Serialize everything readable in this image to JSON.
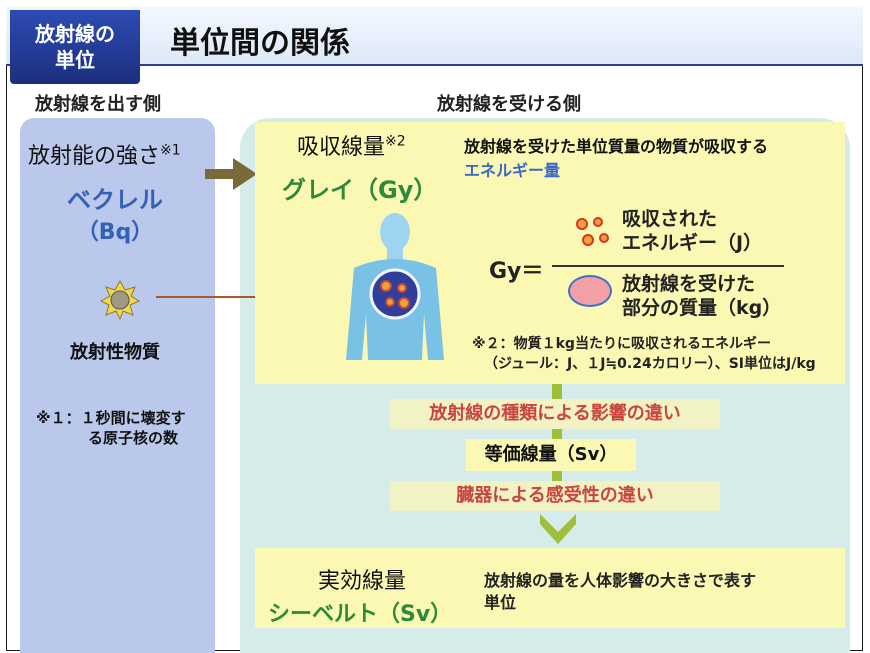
{
  "header": {
    "badge_line1": "放射線の",
    "badge_line2": "単位",
    "title": "単位間の関係"
  },
  "left": {
    "label": "放射線を出す側",
    "activity": "放射能の強さ",
    "activity_note": "※1",
    "unit_name": "ベクレル",
    "unit_symbol": "（Bq）",
    "substance": "放射性物質",
    "note1_line1": "※１：１秒間に壊変す",
    "note1_line2": "る原子核の数"
  },
  "right": {
    "label": "放射線を受ける側",
    "absorbed": "吸収線量",
    "absorbed_note": "※2",
    "gray": "グレイ（Gy）",
    "definition_line1": "放射線を受けた単位質量の物質が吸収する",
    "definition_line2": "エネルギー量",
    "formula_lhs": "Gy＝",
    "numerator_line1": "吸収された",
    "numerator_line2": "エネルギー（J）",
    "denominator_line1": "放射線を受けた",
    "denominator_line2": "部分の質量（kg）",
    "note2_line1": "※２：物質１kg当たりに吸収されるエネルギー",
    "note2_line2": "（ジュール：J、１J≒0.24カロリー）、SI単位はJ/kg",
    "step1": "放射線の種類による影響の違い",
    "equivalent": "等価線量（Sv）",
    "step2": "臓器による感受性の違い",
    "effective": "実効線量",
    "sievert": "シーベルト（Sv）",
    "effective_desc_line1": "放射線の量を人体影響の大きさで表す",
    "effective_desc_line2": "単位"
  },
  "colors": {
    "accent_blue": "#3461b5",
    "accent_green": "#2e8a3a",
    "accent_red": "#c9453d",
    "arrow": "#7a6a3a"
  }
}
